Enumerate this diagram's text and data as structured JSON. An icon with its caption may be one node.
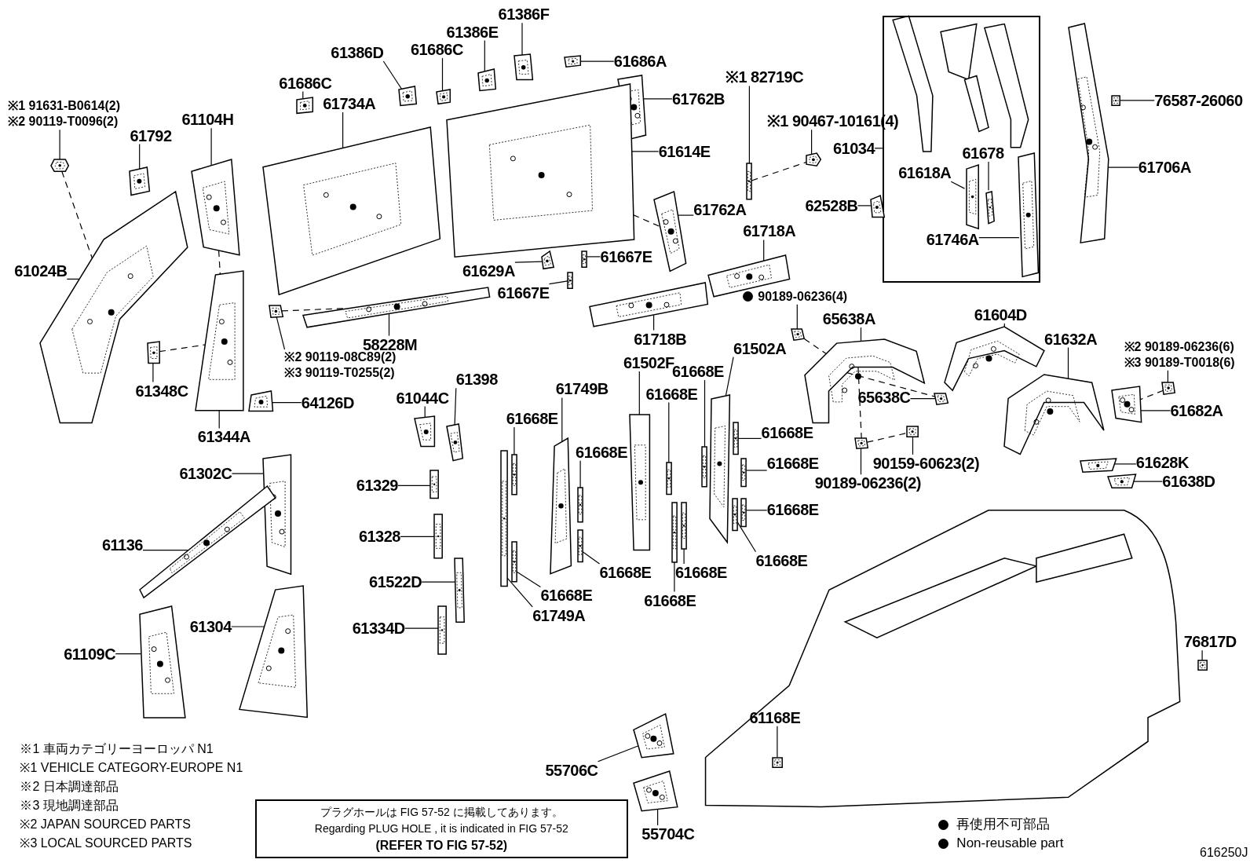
{
  "diagram": {
    "nodes": [
      {
        "text": [
          "※1 91631-B0614(2)",
          "※2 90119-T0096(2)"
        ]
      },
      {
        "text": [
          "61792"
        ]
      },
      {
        "text": [
          "61104H"
        ]
      },
      {
        "text": [
          "61686C"
        ]
      },
      {
        "text": [
          "61734A"
        ]
      },
      {
        "text": [
          "61386D"
        ]
      },
      {
        "text": [
          "61686C"
        ]
      },
      {
        "text": [
          "61386E"
        ]
      },
      {
        "text": [
          "61386F"
        ]
      },
      {
        "text": [
          "61686A"
        ]
      },
      {
        "text": [
          "61762B"
        ]
      },
      {
        "text": [
          "61614E"
        ]
      },
      {
        "text": [
          "※1 82719C"
        ]
      },
      {
        "text": [
          "※1 90467-10161(4)"
        ]
      },
      {
        "text": [
          "61034"
        ]
      },
      {
        "text": [],
        "shape": "box"
      },
      {
        "text": [
          "61678"
        ],
        "in": 15
      },
      {
        "text": [
          "61618A"
        ],
        "in": 15
      },
      {
        "text": [
          "61746A"
        ],
        "in": 15
      },
      {
        "text": [
          "76587-26060"
        ]
      },
      {
        "text": [
          "61706A"
        ]
      },
      {
        "text": [
          "61762A"
        ]
      },
      {
        "text": [
          "62528B"
        ]
      },
      {
        "text": [
          "61718A"
        ]
      },
      {
        "text": [
          "61024B"
        ]
      },
      {
        "text": [
          "61629A"
        ]
      },
      {
        "text": [
          "61667E"
        ]
      },
      {
        "text": [
          "61667E"
        ]
      },
      {
        "text": [
          "90189-06236(4)"
        ]
      },
      {
        "text": [
          "61718B"
        ]
      },
      {
        "text": [
          "58228M"
        ]
      },
      {
        "text": [
          "※2 90119-08C89(2)",
          "※3 90119-T0255(2)"
        ]
      },
      {
        "text": [
          "61398"
        ]
      },
      {
        "text": [
          "61348C"
        ]
      },
      {
        "text": [
          "64126D"
        ]
      },
      {
        "text": [
          "61344A"
        ]
      },
      {
        "text": [
          "61044C"
        ]
      },
      {
        "text": [
          "61502F"
        ]
      },
      {
        "text": [
          "61502A"
        ]
      },
      {
        "text": [
          "61749B"
        ]
      },
      {
        "text": [
          "61668E"
        ]
      },
      {
        "text": [
          "61668E"
        ]
      },
      {
        "text": [
          "61668E"
        ]
      },
      {
        "text": [
          "65638A"
        ]
      },
      {
        "text": [
          "61604D"
        ]
      },
      {
        "text": [
          "61632A"
        ]
      },
      {
        "text": [
          "※2 90189-06236(6)",
          "※3 90189-T0018(6)"
        ]
      },
      {
        "text": [
          "65638C"
        ]
      },
      {
        "text": [
          "61682A"
        ]
      },
      {
        "text": [
          "61668E"
        ]
      },
      {
        "text": [
          "61668E"
        ]
      },
      {
        "text": [
          "61668E"
        ]
      },
      {
        "text": [
          "90159-60623(2)"
        ]
      },
      {
        "text": [
          "90189-06236(2)"
        ]
      },
      {
        "text": [
          "61628K"
        ]
      },
      {
        "text": [
          "61638D"
        ]
      },
      {
        "text": [
          "61302C"
        ]
      },
      {
        "text": [
          "61329"
        ]
      },
      {
        "text": [
          "61668E"
        ]
      },
      {
        "text": [
          "61328"
        ]
      },
      {
        "text": [
          "61136"
        ]
      },
      {
        "text": [
          "61668E"
        ]
      },
      {
        "text": [
          "61668E"
        ]
      },
      {
        "text": [
          "61668E"
        ]
      },
      {
        "text": [
          "61668E"
        ]
      },
      {
        "text": [
          "61522D"
        ]
      },
      {
        "text": [
          "61749A"
        ]
      },
      {
        "text": [
          "61668E"
        ]
      },
      {
        "text": [
          "61304"
        ]
      },
      {
        "text": [
          "61334D"
        ]
      },
      {
        "text": [
          "76817D"
        ]
      },
      {
        "text": [
          "61109C"
        ]
      },
      {
        "text": [
          "61168E"
        ]
      },
      {
        "text": [
          "55706C"
        ]
      },
      {
        "text": [
          "55704C"
        ]
      },
      {
        "text": [
          "プラグホールは FIG 57-52 に掲載してあります。",
          "Regarding PLUG HOLE , it is indicated in FIG 57-52",
          "(REFER TO FIG 57-52)"
        ]
      },
      {
        "text": [],
        "shape": "picture"
      },
      {
        "text": [],
        "shape": "picture"
      },
      {
        "text": [],
        "shape": "picture"
      },
      {
        "text": [],
        "shape": "picture"
      },
      {
        "text": [],
        "shape": "picture"
      },
      {
        "text": [],
        "shape": "picture"
      },
      {
        "text": [],
        "shape": "picture"
      },
      {
        "text": [],
        "shape": "picture"
      },
      {
        "text": [],
        "shape": "picture"
      },
      {
        "text": [],
        "shape": "picture"
      },
      {
        "text": [],
        "shape": "picture"
      },
      {
        "text": [],
        "shape": "picture"
      },
      {
        "text": [],
        "shape": "picture"
      },
      {
        "text": [],
        "shape": "picture"
      },
      {
        "text": [],
        "shape": "picture",
        "in": 15
      },
      {
        "text": [],
        "shape": "picture",
        "in": 15
      },
      {
        "text": [],
        "shape": "picture",
        "in": 15
      },
      {
        "text": [],
        "shape": "picture"
      },
      {
        "text": [],
        "shape": "picture"
      },
      {
        "text": [],
        "shape": "picture"
      },
      {
        "text": [],
        "shape": "picture"
      },
      {
        "text": [],
        "shape": "picture"
      },
      {
        "text": [],
        "shape": "picture"
      },
      {
        "text": [],
        "shape": "picture"
      },
      {
        "text": [],
        "shape": "picture"
      },
      {
        "text": [],
        "shape": "picture"
      },
      {
        "text": [],
        "shape": "picture"
      },
      {
        "text": [],
        "shape": "picture"
      },
      {
        "text": [],
        "shape": "picture"
      },
      {
        "text": [],
        "shape": "picture"
      },
      {
        "text": [],
        "shape": "picture"
      },
      {
        "text": [],
        "shape": "picture"
      },
      {
        "text": [],
        "shape": "picture"
      },
      {
        "text": [],
        "shape": "picture"
      },
      {
        "text": [],
        "shape": "picture"
      },
      {
        "text": [],
        "shape": "picture"
      },
      {
        "text": [],
        "shape": "picture"
      },
      {
        "text": [],
        "shape": "picture"
      },
      {
        "text": [],
        "shape": "picture"
      },
      {
        "text": [],
        "shape": "picture"
      },
      {
        "text": [],
        "shape": "picture"
      },
      {
        "text": [],
        "shape": "picture"
      },
      {
        "text": [],
        "shape": "picture"
      },
      {
        "text": [],
        "shape": "picture"
      },
      {
        "text": [],
        "shape": "picture"
      },
      {
        "text": [],
        "shape": "picture"
      },
      {
        "text": [],
        "shape": "picture"
      },
      {
        "text": [],
        "shape": "picture"
      },
      {
        "text": [],
        "shape": "picture"
      },
      {
        "text": [],
        "shape": "picture"
      },
      {
        "text": [],
        "shape": "picture"
      },
      {
        "text": [],
        "shape": "picture"
      },
      {
        "text": [],
        "shape": "picture"
      },
      {
        "text": [],
        "shape": "picture"
      },
      {
        "text": [],
        "shape": "picture"
      },
      {
        "text": [],
        "shape": "picture"
      },
      {
        "text": [],
        "shape": "picture"
      },
      {
        "text": [],
        "shape": "picture"
      },
      {
        "text": [],
        "shape": "picture"
      },
      {
        "text": [],
        "shape": "picture"
      },
      {
        "text": [],
        "shape": "picture"
      },
      {
        "text": [],
        "shape": "picture"
      },
      {
        "text": [],
        "shape": "picture"
      },
      {
        "text": [],
        "shape": "picture"
      },
      {
        "text": [],
        "shape": "picture"
      },
      {
        "text": [],
        "shape": "picture"
      },
      {
        "text": [],
        "shape": "picture"
      },
      {
        "text": [],
        "shape": "picture"
      },
      {
        "text": [],
        "shape": "picture"
      },
      {
        "text": [],
        "shape": "picture"
      },
      {
        "text": [],
        "shape": "picture"
      },
      {
        "text": [],
        "shape": "picture"
      },
      {
        "text": [],
        "shape": "picture"
      }
    ],
    "edges": [
      {
        "from": 0,
        "to": 76,
        "arrow": "none"
      },
      {
        "from": 1,
        "to": 77,
        "arrow": "none"
      },
      {
        "from": 2,
        "to": 78,
        "arrow": "none"
      },
      {
        "from": 3,
        "to": 79,
        "arrow": "none"
      },
      {
        "from": 4,
        "to": 80,
        "arrow": "none"
      },
      {
        "from": 5,
        "to": 81,
        "arrow": "none"
      },
      {
        "from": 6,
        "to": 82,
        "arrow": "none"
      },
      {
        "from": 7,
        "to": 83,
        "arrow": "none"
      },
      {
        "from": 8,
        "to": 84,
        "arrow": "none"
      },
      {
        "from": 9,
        "to": 85,
        "arrow": "none"
      },
      {
        "from": 10,
        "to": 86,
        "arrow": "none"
      },
      {
        "from": 11,
        "to": 87,
        "arrow": "none"
      },
      {
        "from": 12,
        "to": 88,
        "arrow": "none"
      },
      {
        "from": 13,
        "to": 89,
        "arrow": "none"
      },
      {
        "from": 14,
        "to": 15,
        "arrow": "none"
      },
      {
        "from": 16,
        "to": 91,
        "arrow": "none"
      },
      {
        "from": 17,
        "to": 90,
        "arrow": "none"
      },
      {
        "from": 18,
        "to": 92,
        "arrow": "none"
      },
      {
        "from": 19,
        "to": 93,
        "arrow": "none"
      },
      {
        "from": 20,
        "to": 94,
        "arrow": "none"
      },
      {
        "from": 21,
        "to": 95,
        "arrow": "none"
      },
      {
        "from": 22,
        "to": 96,
        "arrow": "none"
      },
      {
        "from": 23,
        "to": 97,
        "arrow": "none"
      },
      {
        "from": 24,
        "to": 98,
        "arrow": "none"
      },
      {
        "from": 25,
        "to": 99,
        "arrow": "none"
      },
      {
        "from": 26,
        "to": 100,
        "arrow": "none"
      },
      {
        "from": 27,
        "to": 101,
        "arrow": "none"
      },
      {
        "from": 28,
        "to": 102,
        "arrow": "none"
      },
      {
        "from": 29,
        "to": 103,
        "arrow": "none"
      },
      {
        "from": 30,
        "to": 104,
        "arrow": "none"
      },
      {
        "from": 31,
        "to": 105,
        "arrow": "none"
      },
      {
        "from": 32,
        "to": 106,
        "arrow": "none"
      },
      {
        "from": 33,
        "to": 107,
        "arrow": "none"
      },
      {
        "from": 34,
        "to": 108,
        "arrow": "none"
      },
      {
        "from": 35,
        "to": 109,
        "arrow": "none"
      },
      {
        "from": 36,
        "to": 110,
        "arrow": "none"
      },
      {
        "from": 37,
        "to": 111,
        "arrow": "none"
      },
      {
        "from": 38,
        "to": 112,
        "arrow": "none"
      },
      {
        "from": 39,
        "to": 113,
        "arrow": "none"
      },
      {
        "from": 40,
        "to": 114,
        "arrow": "none"
      },
      {
        "from": 41,
        "to": 115,
        "arrow": "none"
      },
      {
        "from": 42,
        "to": 116,
        "arrow": "none"
      },
      {
        "from": 43,
        "to": 117,
        "arrow": "none"
      },
      {
        "from": 44,
        "to": 118,
        "arrow": "none"
      },
      {
        "from": 45,
        "to": 119,
        "arrow": "none"
      },
      {
        "from": 46,
        "to": 120,
        "arrow": "none"
      },
      {
        "from": 47,
        "to": 121,
        "arrow": "none"
      },
      {
        "from": 48,
        "to": 122,
        "arrow": "none"
      },
      {
        "from": 49,
        "to": 123,
        "arrow": "none"
      },
      {
        "from": 50,
        "to": 124,
        "arrow": "none"
      },
      {
        "from": 51,
        "to": 125,
        "arrow": "none"
      },
      {
        "from": 52,
        "to": 126,
        "arrow": "none"
      },
      {
        "from": 53,
        "to": 127,
        "arrow": "none"
      },
      {
        "from": 54,
        "to": 128,
        "arrow": "none"
      },
      {
        "from": 55,
        "to": 129,
        "arrow": "none"
      },
      {
        "from": 56,
        "to": 130,
        "arrow": "none"
      },
      {
        "from": 57,
        "to": 131,
        "arrow": "none"
      },
      {
        "from": 58,
        "to": 132,
        "arrow": "none"
      },
      {
        "from": 59,
        "to": 133,
        "arrow": "none"
      },
      {
        "from": 60,
        "to": 134,
        "arrow": "none"
      },
      {
        "from": 61,
        "to": 135,
        "arrow": "none"
      },
      {
        "from": 62,
        "to": 136,
        "arrow": "none"
      },
      {
        "from": 63,
        "to": 137,
        "arrow": "none"
      },
      {
        "from": 64,
        "to": 138,
        "arrow": "none"
      },
      {
        "from": 65,
        "to": 139,
        "arrow": "none"
      },
      {
        "from": 66,
        "to": 140,
        "arrow": "none"
      },
      {
        "from": 67,
        "to": 141,
        "arrow": "none"
      },
      {
        "from": 68,
        "to": 142,
        "arrow": "none"
      },
      {
        "from": 69,
        "to": 143,
        "arrow": "none"
      },
      {
        "from": 70,
        "to": 144,
        "arrow": "none"
      },
      {
        "from": 71,
        "to": 145,
        "arrow": "none"
      },
      {
        "from": 72,
        "to": 146,
        "arrow": "none"
      },
      {
        "from": 73,
        "to": 147,
        "arrow": "none"
      },
      {
        "from": 74,
        "to": 148,
        "arrow": "none"
      },
      {
        "from": 76,
        "to": 98,
        "arrow": "none",
        "style": "dashed"
      },
      {
        "from": 78,
        "to": 109,
        "arrow": "none",
        "style": "dashed"
      },
      {
        "from": 107,
        "to": 109,
        "arrow": "none",
        "style": "dashed"
      },
      {
        "from": 105,
        "to": 104,
        "arrow": "none",
        "style": "dashed"
      },
      {
        "from": 87,
        "to": 95,
        "arrow": "none",
        "style": "dashed"
      },
      {
        "from": 88,
        "to": 89,
        "arrow": "none",
        "style": "dashed"
      },
      {
        "from": 102,
        "to": 117,
        "arrow": "none",
        "style": "dashed"
      },
      {
        "from": 117,
        "to": 121,
        "arrow": "none",
        "style": "dashed"
      },
      {
        "from": 117,
        "to": 127,
        "arrow": "none",
        "style": "dashed"
      },
      {
        "from": 127,
        "to": 126,
        "arrow": "none",
        "style": "dashed"
      },
      {
        "from": 120,
        "to": 122,
        "arrow": "none",
        "style": "dashed"
      }
    ],
    "labels": [
      "※1 車両カテゴリーヨーロッパ N1",
      "※1 VEHICLE CATEGORY-EUROPE N1",
      "※2 日本調達部品",
      "※3 現地調達部品",
      "※2 JAPAN SOURCED PARTS",
      "※3 LOCAL SOURCED PARTS",
      "616250J"
    ],
    "legend": [
      {
        "text": "再使用不可部品"
      },
      {
        "text": "Non-reusable part"
      }
    ]
  }
}
